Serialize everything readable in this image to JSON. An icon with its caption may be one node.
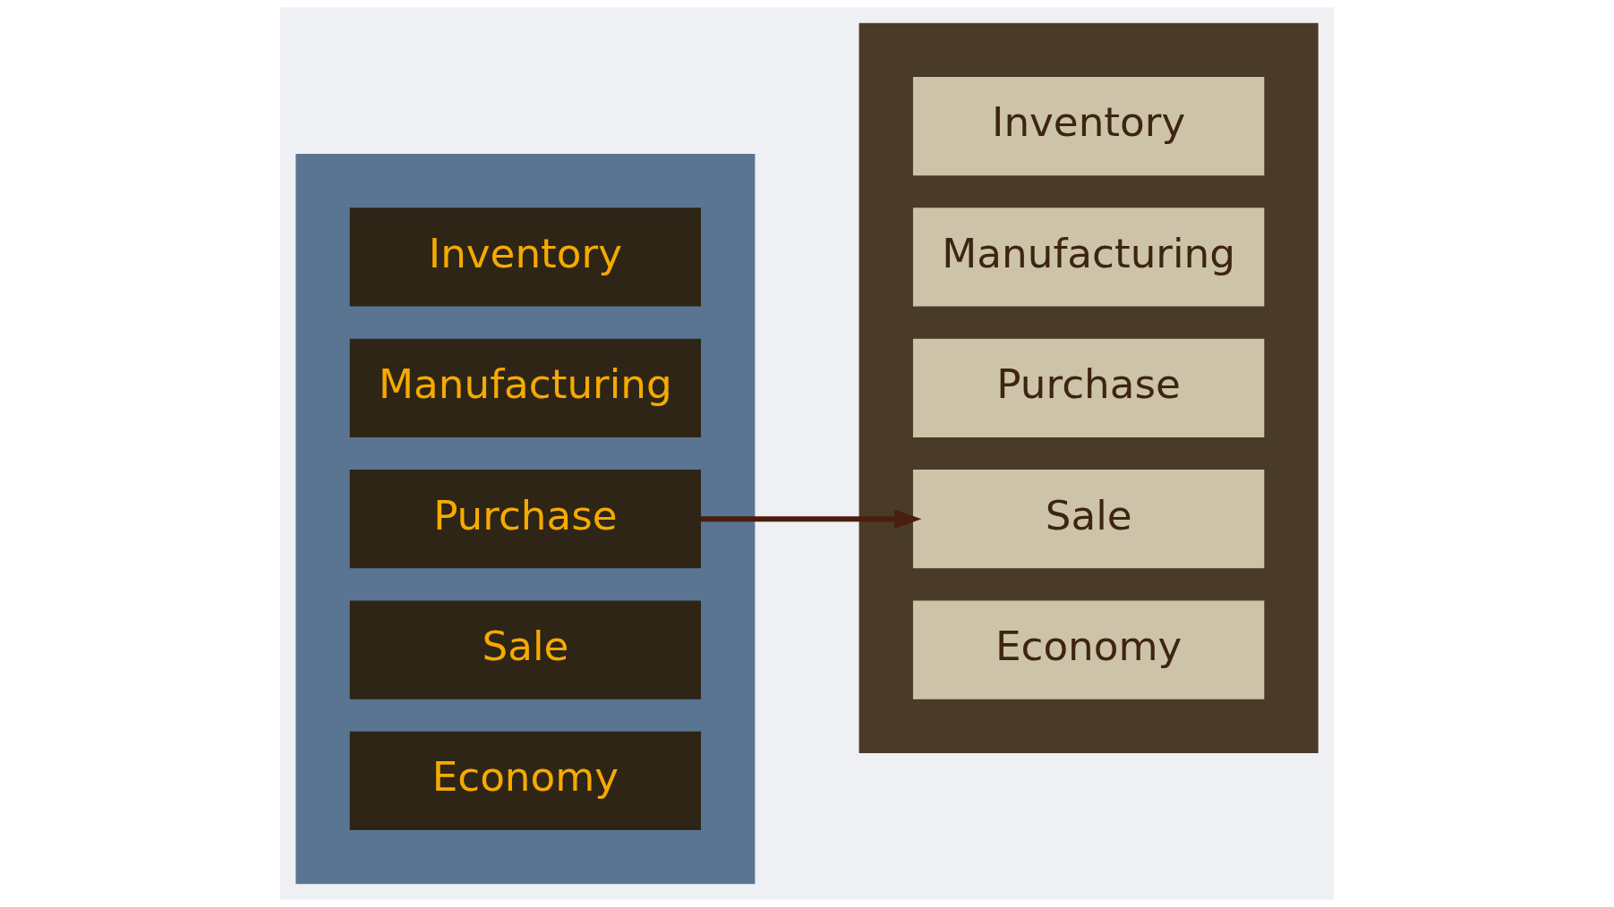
{
  "diagram": {
    "nodes": [
      {
        "text": [],
        "shape": "box"
      },
      {
        "text": [
          "Inventory"
        ],
        "in": 0
      },
      {
        "text": [
          "Manufacturing"
        ],
        "in": 0
      },
      {
        "text": [
          "Purchase"
        ],
        "in": 0
      },
      {
        "text": [
          "Sale"
        ],
        "in": 0
      },
      {
        "text": [
          "Economy"
        ],
        "in": 0
      },
      {
        "text": [],
        "shape": "box"
      },
      {
        "text": [
          "Inventory"
        ],
        "in": 6
      },
      {
        "text": [
          "Manufacturing"
        ],
        "in": 6
      },
      {
        "text": [
          "Purchase"
        ],
        "in": 6
      },
      {
        "text": [
          "Sale"
        ],
        "in": 6
      },
      {
        "text": [
          "Economy"
        ],
        "in": 6
      }
    ],
    "edges": [
      {
        "from": 3,
        "to": 10,
        "arrow": "to"
      }
    ]
  }
}
